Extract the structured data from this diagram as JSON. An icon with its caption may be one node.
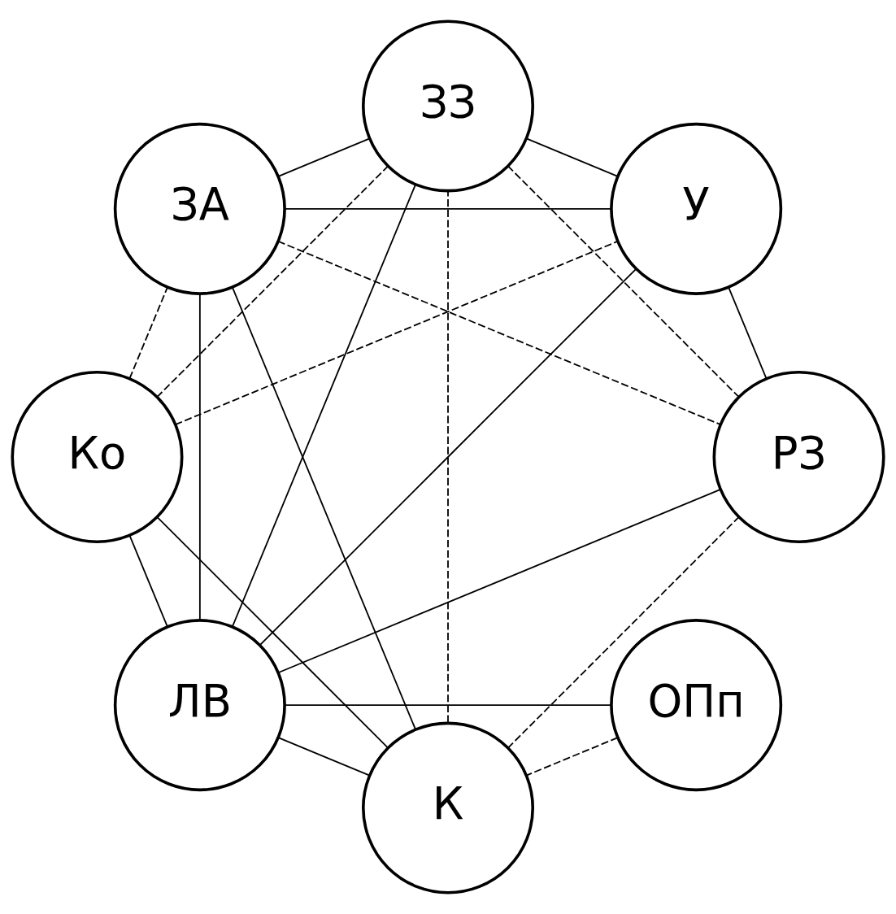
{
  "diagram": {
    "nodes": [
      {
        "text": [
          "ЛВ"
        ]
      },
      {
        "text": [
          "ОПп"
        ]
      },
      {
        "text": [
          "К"
        ]
      },
      {
        "text": [
          "Ко"
        ]
      },
      {
        "text": [
          "ЗА"
        ]
      },
      {
        "text": [
          "ЗЗ"
        ]
      },
      {
        "text": [
          "У"
        ]
      },
      {
        "text": [
          "РЗ"
        ]
      }
    ],
    "edges": [
      {
        "from": 0,
        "to": 1,
        "arrow": "none"
      },
      {
        "from": 0,
        "to": 2,
        "arrow": "none"
      },
      {
        "from": 1,
        "to": 2,
        "arrow": "none",
        "style": "dashed"
      },
      {
        "from": 0,
        "to": 3,
        "arrow": "none"
      },
      {
        "from": 0,
        "to": 5,
        "arrow": "none"
      },
      {
        "from": 0,
        "to": 7,
        "arrow": "none"
      },
      {
        "from": 0,
        "to": 6,
        "arrow": "none"
      },
      {
        "from": 0,
        "to": 4,
        "arrow": "none"
      },
      {
        "from": 2,
        "to": 3,
        "arrow": "none"
      },
      {
        "from": 2,
        "to": 4,
        "arrow": "none"
      },
      {
        "from": 2,
        "to": 5,
        "arrow": "none",
        "style": "dashed"
      },
      {
        "from": 2,
        "to": 7,
        "arrow": "none",
        "style": "dashed"
      },
      {
        "from": 3,
        "to": 4,
        "arrow": "none",
        "style": "dashed"
      },
      {
        "from": 3,
        "to": 6,
        "arrow": "none",
        "style": "dashed"
      },
      {
        "from": 3,
        "to": 5,
        "arrow": "none",
        "style": "dashed"
      },
      {
        "from": 4,
        "to": 5,
        "arrow": "none"
      },
      {
        "from": 4,
        "to": 7,
        "arrow": "none",
        "style": "dashed"
      },
      {
        "from": 4,
        "to": 6,
        "arrow": "none"
      },
      {
        "from": 5,
        "to": 6,
        "arrow": "none"
      },
      {
        "from": 5,
        "to": 7,
        "arrow": "none",
        "style": "dashed"
      },
      {
        "from": 6,
        "to": 7,
        "arrow": "none"
      }
    ]
  }
}
